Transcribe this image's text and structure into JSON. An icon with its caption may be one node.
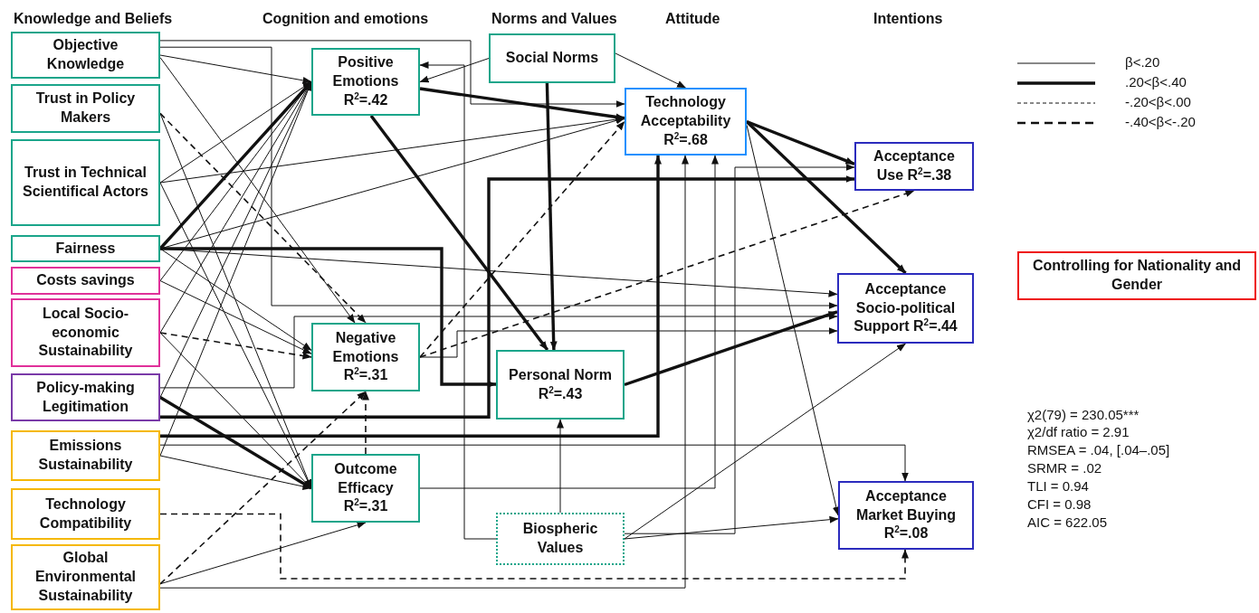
{
  "diagram": {
    "nodes": [
      {
        "text": [
          "Objective Knowledge"
        ]
      },
      {
        "text": [
          "Trust in Policy Makers"
        ]
      },
      {
        "text": [
          "Trust in Technical Scientifical Actors"
        ]
      },
      {
        "text": [
          "Fairness"
        ]
      },
      {
        "text": [
          "Costs savings"
        ]
      },
      {
        "text": [
          "Local Socio-economic Sustainability"
        ]
      },
      {
        "text": [
          "Policy-making Legitimation"
        ]
      },
      {
        "text": [
          "Emissions Sustainability"
        ]
      },
      {
        "text": [
          "Technology Compatibility"
        ]
      },
      {
        "text": [
          "Global Environmental Sustainability"
        ]
      },
      {
        "text": [
          "Positive Emotions R$^{2}$=.42"
        ]
      },
      {
        "text": [
          "Negative Emotions R$^{2}$=.31"
        ]
      },
      {
        "text": [
          "Outcome Efficacy R$^{2}$=.31"
        ]
      },
      {
        "text": [
          "Social Norms"
        ]
      },
      {
        "text": [
          "Personal Norm R$^{2}$=.43"
        ]
      },
      {
        "text": [
          "Biospheric Values"
        ]
      },
      {
        "text": [
          "Technology Acceptability R$^{2}$=.68"
        ]
      },
      {
        "text": [
          "Acceptance Use R$^{2}$=.38"
        ]
      },
      {
        "text": [
          "Acceptance Socio-political Support R$^{2}$=.44"
        ]
      },
      {
        "text": [
          "Acceptance Market Buying R$^{2}$=.08"
        ]
      },
      {
        "text": [
          "Controlling for Nationality and Gender"
        ]
      }
    ],
    "edges": [
      {
        "from": 0,
        "to": 16,
        "arrow": "to"
      },
      {
        "from": 0,
        "to": 18,
        "arrow": "to"
      },
      {
        "from": 0,
        "to": 10,
        "arrow": "to"
      },
      {
        "from": 0,
        "to": 11,
        "arrow": "to"
      },
      {
        "from": 1,
        "to": 11,
        "arrow": "to",
        "style": "dashed"
      },
      {
        "from": 1,
        "to": 12,
        "arrow": "to"
      },
      {
        "from": 2,
        "to": 10,
        "arrow": "to"
      },
      {
        "from": 2,
        "to": 16,
        "arrow": "to"
      },
      {
        "from": 2,
        "to": 12,
        "arrow": "to"
      },
      {
        "from": 3,
        "to": 10,
        "arrow": "to",
        "style": "thick"
      },
      {
        "from": 3,
        "to": 16,
        "arrow": "to"
      },
      {
        "from": 3,
        "to": 14,
        "arrow": "to",
        "style": "thick"
      },
      {
        "from": 3,
        "to": 18,
        "arrow": "to"
      },
      {
        "from": 3,
        "to": 11,
        "arrow": "to"
      },
      {
        "from": 4,
        "to": 10,
        "arrow": "to"
      },
      {
        "from": 4,
        "to": 11,
        "arrow": "to"
      },
      {
        "from": 5,
        "to": 11,
        "arrow": "to",
        "style": "dashed"
      },
      {
        "from": 5,
        "to": 10,
        "arrow": "to"
      },
      {
        "from": 5,
        "to": 12,
        "arrow": "to"
      },
      {
        "from": 6,
        "to": 10,
        "arrow": "to"
      },
      {
        "from": 6,
        "to": 12,
        "arrow": "to",
        "style": "thick"
      },
      {
        "from": 6,
        "to": 18,
        "arrow": "to"
      },
      {
        "from": 6,
        "to": 17,
        "arrow": "to",
        "style": "thick"
      },
      {
        "from": 7,
        "to": 10,
        "arrow": "to"
      },
      {
        "from": 7,
        "to": 12,
        "arrow": "to"
      },
      {
        "from": 7,
        "to": 16,
        "arrow": "to",
        "style": "thick"
      },
      {
        "from": 7,
        "to": 19,
        "arrow": "to"
      },
      {
        "from": 8,
        "to": 19,
        "arrow": "to",
        "style": "dashed"
      },
      {
        "from": 9,
        "to": 11,
        "arrow": "to",
        "style": "dashed"
      },
      {
        "from": 9,
        "to": 12,
        "arrow": "to"
      },
      {
        "from": 9,
        "to": 16,
        "arrow": "to"
      },
      {
        "from": 10,
        "to": 16,
        "arrow": "to",
        "style": "thick"
      },
      {
        "from": 10,
        "to": 14,
        "arrow": "to",
        "style": "thick"
      },
      {
        "from": 11,
        "to": 16,
        "arrow": "to",
        "style": "dashed"
      },
      {
        "from": 11,
        "to": 17,
        "arrow": "to",
        "style": "dashed"
      },
      {
        "from": 11,
        "to": 18,
        "arrow": "to"
      },
      {
        "from": 12,
        "to": 11,
        "arrow": "to",
        "style": "dashed"
      },
      {
        "from": 12,
        "to": 16,
        "arrow": "to"
      },
      {
        "from": 13,
        "to": 10,
        "arrow": "to"
      },
      {
        "from": 13,
        "to": 16,
        "arrow": "to"
      },
      {
        "from": 13,
        "to": 14,
        "arrow": "to",
        "style": "thick"
      },
      {
        "from": 15,
        "to": 10,
        "arrow": "to"
      },
      {
        "from": 15,
        "to": 14,
        "arrow": "to"
      },
      {
        "from": 15,
        "to": 18,
        "arrow": "to"
      },
      {
        "from": 15,
        "to": 19,
        "arrow": "to"
      },
      {
        "from": 15,
        "to": 17,
        "arrow": "to"
      },
      {
        "from": 14,
        "to": 18,
        "arrow": "to",
        "style": "thick"
      },
      {
        "from": 16,
        "to": 17,
        "arrow": "to",
        "style": "thick"
      },
      {
        "from": 16,
        "to": 18,
        "arrow": "to",
        "style": "thick"
      },
      {
        "from": 16,
        "to": 19,
        "arrow": "to"
      }
    ],
    "labels": [
      "Knowledge and Beliefs",
      "Cognition and emotions",
      "Norms and Values",
      "Attitude",
      "Intentions",
      "χ2(79) = 230.05***",
      "χ2/df ratio = 2.91",
      "RMSEA = .04, [.04–.05]",
      "SRMR = .02",
      "TLI = 0.94",
      "CFI = 0.98",
      "AIC = 622.05"
    ],
    "legend": [
      {
        "text": "β<.20"
      },
      {
        "text": ".20<β<.40"
      },
      {
        "text": "-.20<β<.00"
      },
      {
        "text": "-.40<β<-.20"
      }
    ]
  }
}
